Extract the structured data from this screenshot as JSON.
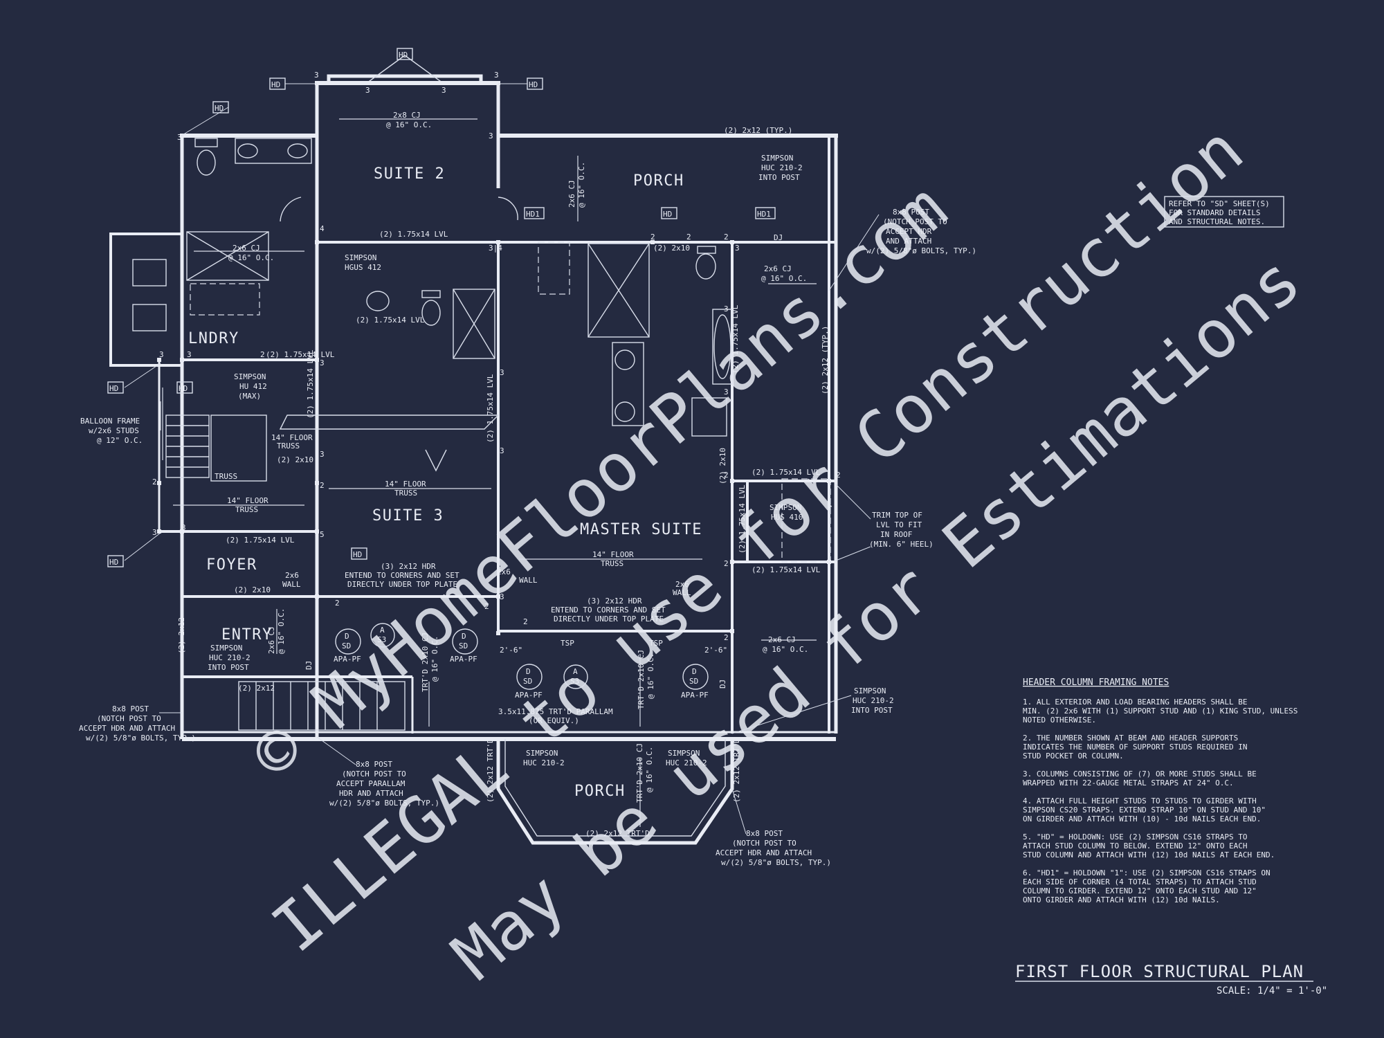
{
  "rooms": {
    "suite2": "SUITE 2",
    "porch_top": "PORCH",
    "lndry": "LNDRY",
    "suite3": "SUITE 3",
    "master": "MASTER SUITE",
    "foyer": "FOYER",
    "entry": "ENTRY",
    "porch_bottom": "PORCH"
  },
  "tags": {
    "hd": "HD",
    "hd1": "HD1"
  },
  "labels": {
    "cj_2x8": "2x8 CJ",
    "oc16": "@ 16\" O.C.",
    "oc12": "@ 12\" O.C.",
    "cj_2x6": "2x6 CJ",
    "lvl_2_175x14": "(2) 1.75x14 LVL",
    "x2x10_2": "(2) 2x10",
    "x2x12_typ": "(2) 2x12 (TYP.)",
    "x2x12_typ2": "(2) 2x12 (TYP.)",
    "x2x12": "(2) 2x12",
    "x2x12_trtd": "(2) 2x12 TRT'D",
    "trtd_2x10_cj": "TRT'D 2x10 CJ",
    "simpson": "SIMPSON",
    "huc210": "HUC 210-2",
    "into_post": "INTO POST",
    "hgus412": "HGUS 412",
    "hu412": "HU 412",
    "max": "(MAX)",
    "hus410": "HUS 410",
    "floor_truss": "14\" FLOOR",
    "truss": "TRUSS",
    "balloon1": "BALLOON FRAME",
    "balloon2": "w/2x6 STUDS",
    "post8x8": "8x8 POST",
    "notch_hdr": "(NOTCH POST TO",
    "accept_hdr": "ACCEPT HDR",
    "and_attach": "AND ATTACH",
    "accept_hdr_attach": "ACCEPT HDR AND ATTACH",
    "bolts": "w/(2) 5/8\"ø BOLTS, TYP.)",
    "notch_post_to": "(NOTCH POST TO",
    "accept_parallam": "ACCEPT PARALLAM",
    "hdr_and_attach": "HDR AND ATTACH",
    "hdr_3_2x12": "(3) 2x12 HDR",
    "extend1": "ENTEND TO CORNERS AND SET",
    "extend2": "DIRECTLY UNDER TOP PLATE",
    "wall_2x6_a": "2x6",
    "wall_2x6_b": "WALL",
    "parallam1": "3.5x11.875 TRT'D PARALLAM",
    "parallam2": "(OR EQUIV.)",
    "trim1": "TRIM TOP OF",
    "trim2": "LVL TO FIT",
    "trim3": "IN ROOF",
    "trim4": "(MIN. 6\" HEEL)",
    "tsp": "TSP",
    "apa": "APA-PF",
    "d": "D",
    "sd": "SD",
    "a": "A",
    "s3": "S3",
    "dj": "DJ",
    "dim26": "2'-6\"",
    "n2": "2",
    "n3": "3",
    "n4": "4",
    "n5": "5",
    "n34": "3|4"
  },
  "refer": {
    "l1": "REFER TO \"SD\" SHEET(S)",
    "l2": "FOR STANDARD DETAILS",
    "l3": "AND STRUCTURAL NOTES."
  },
  "notes": {
    "title": "HEADER COLUMN FRAMING NOTES",
    "n1a": "1. ALL EXTERIOR AND LOAD BEARING HEADERS SHALL BE",
    "n1b": "MIN. (2) 2x6 WITH (1) SUPPORT STUD AND (1) KING STUD, UNLESS",
    "n1c": "NOTED OTHERWISE.",
    "n2a": "2. THE NUMBER SHOWN AT BEAM AND HEADER SUPPORTS",
    "n2b": "INDICATES THE NUMBER OF SUPPORT STUDS REQUIRED IN",
    "n2c": "STUD POCKET OR COLUMN.",
    "n3a": "3. COLUMNS CONSISTING OF (7) OR MORE STUDS SHALL BE",
    "n3b": "WRAPPED WITH 22-GAUGE METAL STRAPS AT 24\" O.C.",
    "n4a": "4. ATTACH FULL HEIGHT STUDS TO STUDS TO GIRDER WITH",
    "n4b": "SIMPSON CS20 STRAPS. EXTEND STRAP 10\" ON STUD AND 10\"",
    "n4c": "ON GIRDER AND ATTACH WITH (10) - 10d NAILS EACH END.",
    "n5a": "5. \"HD\" = HOLDOWN: USE (2) SIMPSON CS16 STRAPS TO",
    "n5b": "ATTACH STUD COLUMN TO BELOW. EXTEND 12\" ONTO EACH",
    "n5c": "STUD COLUMN AND ATTACH WITH (12) 10d NAILS AT EACH END.",
    "n6a": "6. \"HD1\" = HOLDOWN \"1\": USE (2) SIMPSON CS16 STRAPS ON",
    "n6b": "EACH SIDE OF CORNER (4 TOTAL STRAPS) TO ATTACH STUD",
    "n6c": "COLUMN TO GIRDER. EXTEND 12\" ONTO EACH STUD AND 12\"",
    "n6d": "ONTO GIRDER AND ATTACH WITH (12) 10d NAILS."
  },
  "title": {
    "main": "FIRST FLOOR STRUCTURAL PLAN",
    "scale": "SCALE: 1/4\" = 1'-0\""
  },
  "watermark": {
    "l1": "© MyHomeFloorPlans.com",
    "l2": "ILLEGAL to use for Construction",
    "l3": "May be used for Estimations"
  },
  "colors": {
    "background": "#242a40",
    "ink": "#e9ecf4",
    "watermark": "#3a4058"
  }
}
